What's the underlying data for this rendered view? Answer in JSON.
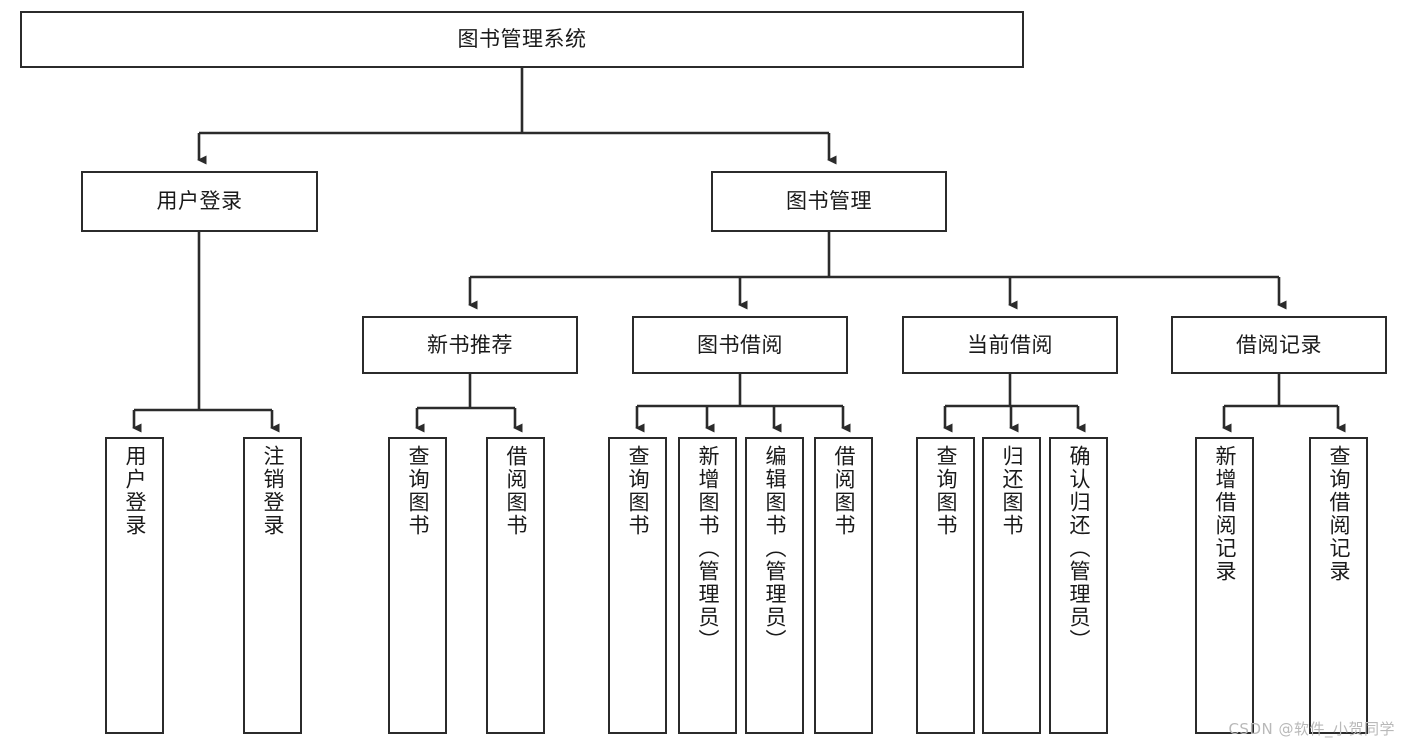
{
  "diagram": {
    "title": "图书管理系统",
    "watermark": "CSDN @软件_小贺同学",
    "colors": {
      "stroke": "#2b2b2b",
      "fill": "#ffffff",
      "text": "#1a1a1a",
      "watermark": "#b9b9b9"
    },
    "nodes": {
      "root": {
        "label": "图书管理系统",
        "orientation": "horizontal",
        "level": 1
      },
      "user_login": {
        "label": "用户登录",
        "orientation": "horizontal",
        "level": 2
      },
      "book_manage": {
        "label": "图书管理",
        "orientation": "horizontal",
        "level": 2
      },
      "new_book_rec": {
        "label": "新书推荐",
        "orientation": "horizontal",
        "level": 3
      },
      "book_borrow": {
        "label": "图书借阅",
        "orientation": "horizontal",
        "level": 3
      },
      "current_borrow": {
        "label": "当前借阅",
        "orientation": "horizontal",
        "level": 3
      },
      "borrow_record": {
        "label": "借阅记录",
        "orientation": "horizontal",
        "level": 3
      },
      "leaf_user_login": {
        "label": "用户登录",
        "orientation": "vertical",
        "level": 4
      },
      "leaf_logout": {
        "label": "注销登录",
        "orientation": "vertical",
        "level": 4
      },
      "leaf_query_book_1": {
        "label": "查询图书",
        "orientation": "vertical",
        "level": 4
      },
      "leaf_borrow_book_1": {
        "label": "借阅图书",
        "orientation": "vertical",
        "level": 4
      },
      "leaf_query_book_2": {
        "label": "查询图书",
        "orientation": "vertical",
        "level": 4
      },
      "leaf_add_book": {
        "label": "新增图书（管理员）",
        "orientation": "vertical",
        "level": 4
      },
      "leaf_edit_book": {
        "label": "编辑图书（管理员）",
        "orientation": "vertical",
        "level": 4
      },
      "leaf_borrow_book_2": {
        "label": "借阅图书",
        "orientation": "vertical",
        "level": 4
      },
      "leaf_query_book_3": {
        "label": "查询图书",
        "orientation": "vertical",
        "level": 4
      },
      "leaf_return_book": {
        "label": "归还图书",
        "orientation": "vertical",
        "level": 4
      },
      "leaf_confirm_return": {
        "label": "确认归还（管理员）",
        "orientation": "vertical",
        "level": 4
      },
      "leaf_add_record": {
        "label": "新增借阅记录",
        "orientation": "vertical",
        "level": 4
      },
      "leaf_query_record": {
        "label": "查询借阅记录",
        "orientation": "vertical",
        "level": 4
      }
    },
    "hierarchy": [
      {
        "parent": "root",
        "children": [
          "user_login",
          "book_manage"
        ]
      },
      {
        "parent": "user_login",
        "children": [
          "leaf_user_login",
          "leaf_logout"
        ]
      },
      {
        "parent": "book_manage",
        "children": [
          "new_book_rec",
          "book_borrow",
          "current_borrow",
          "borrow_record"
        ]
      },
      {
        "parent": "new_book_rec",
        "children": [
          "leaf_query_book_1",
          "leaf_borrow_book_1"
        ]
      },
      {
        "parent": "book_borrow",
        "children": [
          "leaf_query_book_2",
          "leaf_add_book",
          "leaf_edit_book",
          "leaf_borrow_book_2"
        ]
      },
      {
        "parent": "current_borrow",
        "children": [
          "leaf_query_book_3",
          "leaf_return_book",
          "leaf_confirm_return"
        ]
      },
      {
        "parent": "borrow_record",
        "children": [
          "leaf_add_record",
          "leaf_query_record"
        ]
      }
    ]
  }
}
